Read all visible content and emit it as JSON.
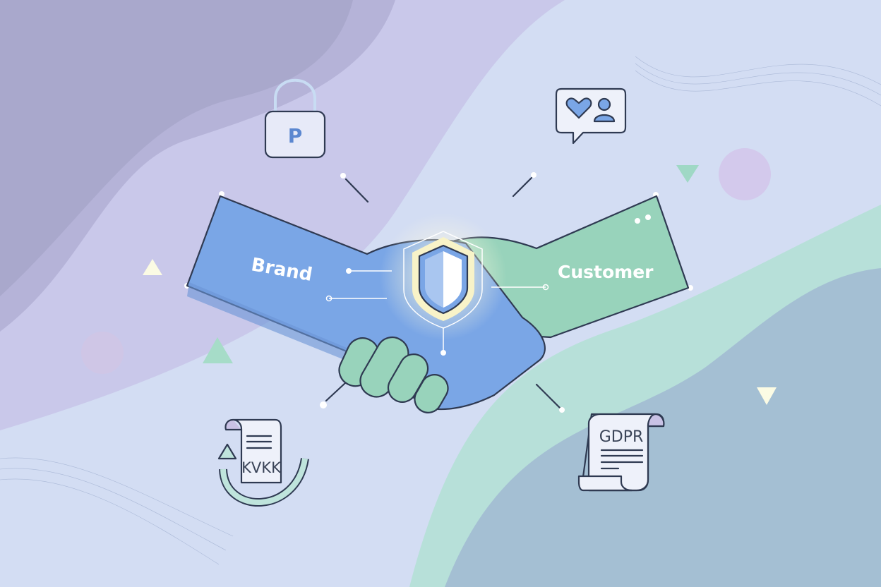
{
  "illustration": {
    "left_hand_label": "Brand",
    "right_hand_label": "Customer",
    "lock_letter": "P",
    "left_document_label": "KVKK",
    "right_document_label": "GDPR"
  },
  "colors": {
    "brand_hand": "#7aa6e6",
    "customer_hand": "#98d3bb",
    "shield_glow": "#f8f3c8",
    "background_purple": "#a9a8cc",
    "background_teal": "#b7e0d9"
  }
}
